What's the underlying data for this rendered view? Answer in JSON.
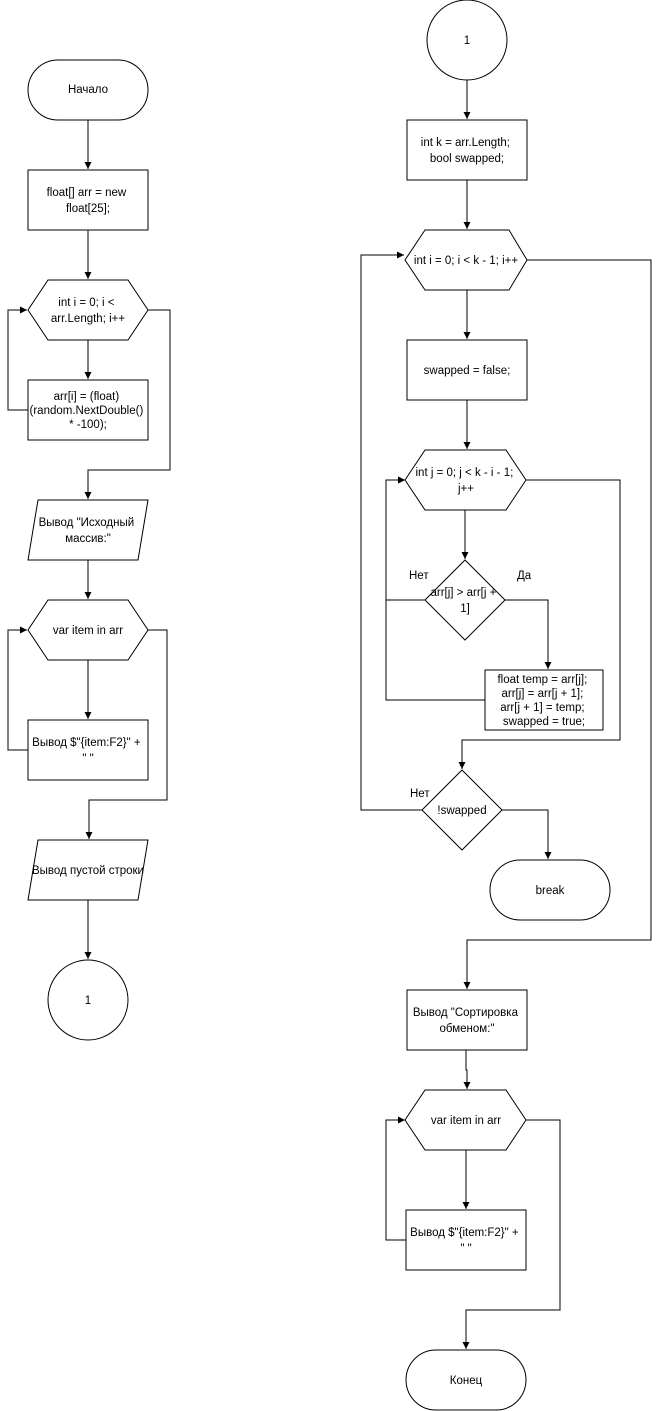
{
  "left": {
    "start": "Начало",
    "init": [
      "float[] arr = new",
      "float[25];"
    ],
    "loop1": [
      "int i = 0; i <",
      "arr.Length; i++"
    ],
    "fill": [
      "arr[i] = (float)",
      "(random.NextDouble()",
      "* -100);"
    ],
    "out_title": [
      "Вывод \"Исходный",
      "массив:\""
    ],
    "loop2": "var item in arr",
    "print": [
      "Вывод $\"{item:F2}\" +",
      "\"  \""
    ],
    "out_empty": "Вывод пустой строки",
    "connector": "1"
  },
  "right": {
    "connector": "1",
    "decl": [
      "int k = arr.Length;",
      "bool swapped;"
    ],
    "outer_loop": "int i = 0; i < k - 1; i++",
    "reset": "swapped = false;",
    "inner_loop": [
      "int j = 0; j < k - i - 1;",
      "j++"
    ],
    "compare": [
      "arr[j] > arr[j +",
      "1]"
    ],
    "label_no": "Нет",
    "label_yes": "Да",
    "swap": [
      "float temp = arr[j];",
      "arr[j] = arr[j + 1];",
      "arr[j + 1] = temp;",
      "swapped = true;"
    ],
    "check": "!swapped",
    "label_no2": "Нет",
    "break": "break",
    "out_sorted": [
      "Вывод \"Сортировка",
      "обменом:\""
    ],
    "loop3": "var item in arr",
    "print": [
      "Вывод $\"{item:F2}\" +",
      "\"  \""
    ],
    "end": "Конец"
  }
}
